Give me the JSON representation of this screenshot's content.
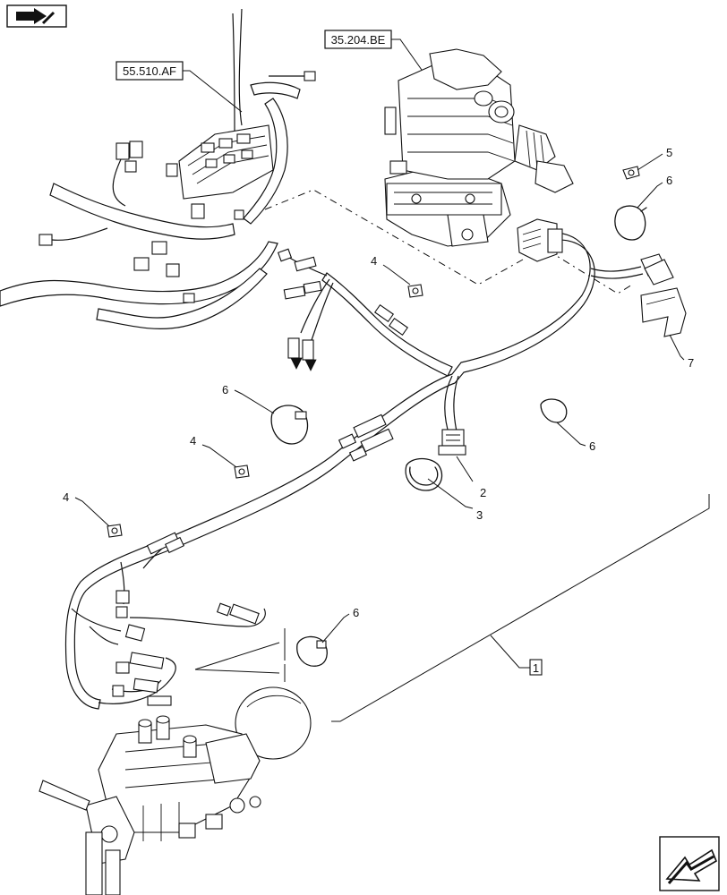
{
  "references": {
    "ref_top_left": "55.510.AF",
    "ref_top_right": "35.204.BE"
  },
  "callouts": {
    "item_1": "1",
    "item_2": "2",
    "item_3": "3",
    "item_4a": "4",
    "item_4b": "4",
    "item_4c": "4",
    "item_5": "5",
    "item_6a": "6",
    "item_6b": "6",
    "item_6c": "6",
    "item_6d": "6",
    "item_7": "7"
  },
  "icons": {
    "top_left": "book-arrow-icon",
    "bottom_right": "next-page-arrow-icon"
  }
}
